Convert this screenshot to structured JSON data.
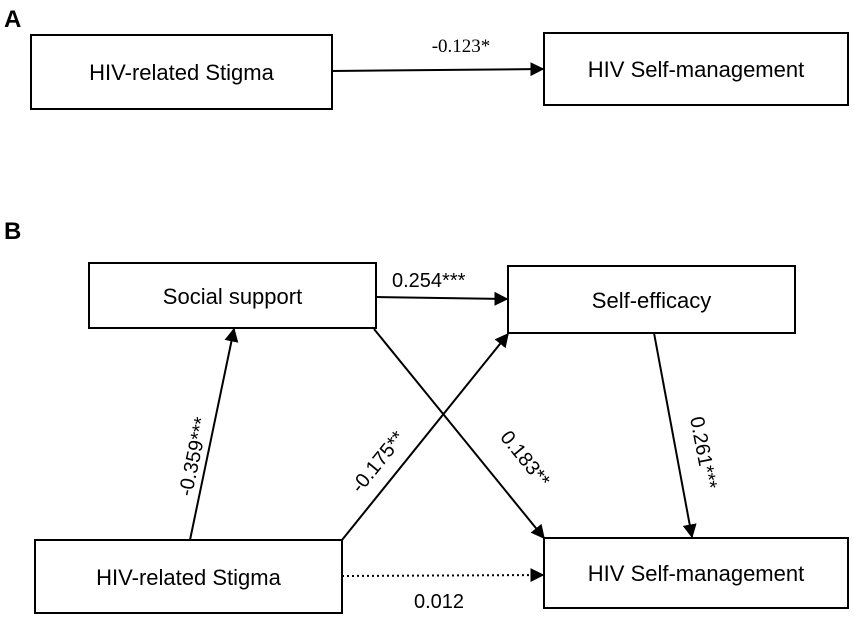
{
  "panel_a": {
    "label": "A",
    "predictor": "HIV-related Stigma",
    "outcome": "HIV Self-management",
    "direct_path": "-0.123*"
  },
  "panel_b": {
    "label": "B",
    "nodes": {
      "social_support": "Social support",
      "self_efficacy": "Self-efficacy",
      "stigma": "HIV-related Stigma",
      "self_management": "HIV Self-management"
    },
    "paths": {
      "social_support_to_self_efficacy": "0.254***",
      "stigma_to_social_support": "-0.359***",
      "stigma_to_self_efficacy": "-0.175**",
      "social_support_to_self_management": "0.183**",
      "self_efficacy_to_self_management": "0.261***",
      "stigma_to_self_management": "0.012"
    }
  }
}
